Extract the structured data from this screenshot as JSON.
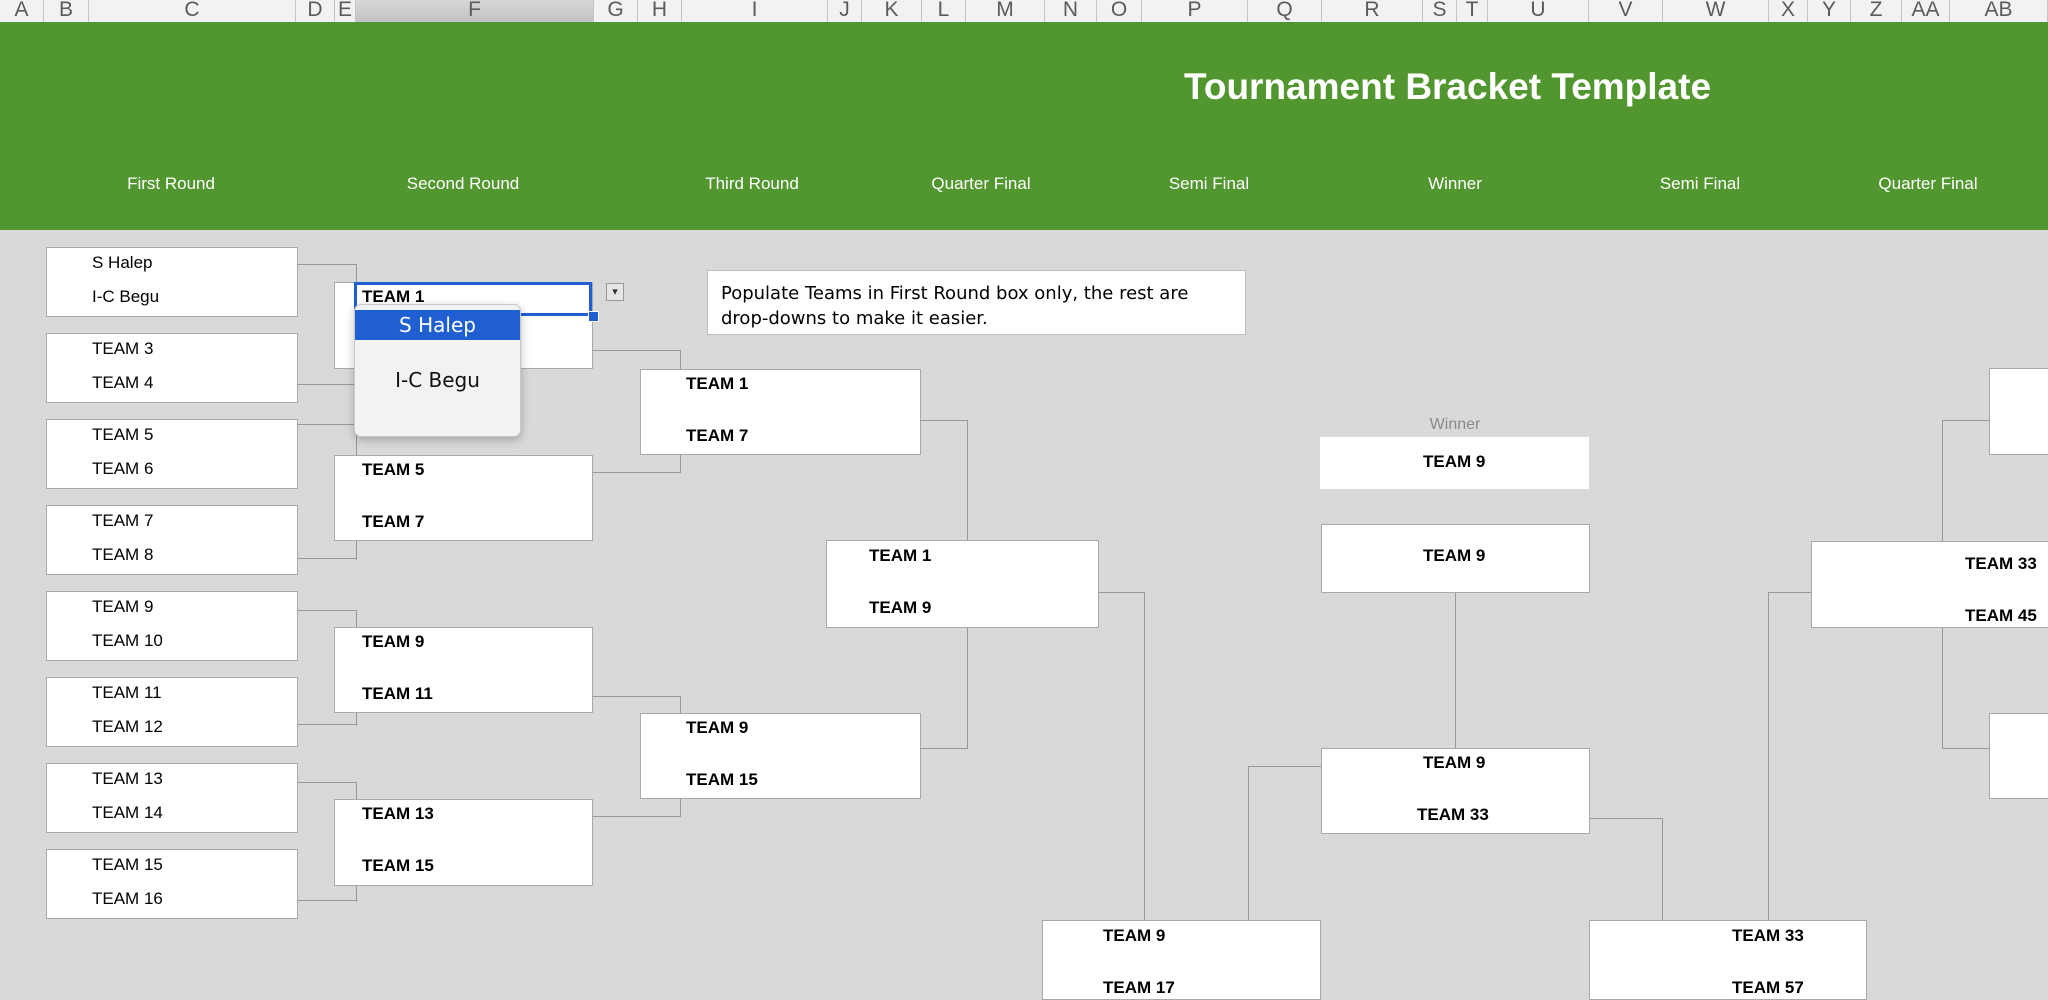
{
  "columns": [
    "A",
    "B",
    "C",
    "D",
    "E",
    "F",
    "G",
    "H",
    "I",
    "J",
    "K",
    "L",
    "M",
    "N",
    "O",
    "P",
    "Q",
    "R",
    "S",
    "T",
    "U",
    "V",
    "W",
    "X",
    "Y",
    "Z",
    "AA",
    "AB"
  ],
  "selected_column": "F",
  "colors": {
    "banner": "#52962f",
    "canvas": "#d9d9d9",
    "selection": "#1f5fd1"
  },
  "title": "Tournament Bracket Template",
  "rounds": [
    "First Round",
    "Second Round",
    "Third Round",
    "Quarter Final",
    "Semi Final",
    "Winner",
    "Semi Final",
    "Quarter Final"
  ],
  "first_round": [
    "S Halep",
    "I-C Begu",
    "TEAM 3",
    "TEAM 4",
    "TEAM 5",
    "TEAM 6",
    "TEAM 7",
    "TEAM 8",
    "TEAM 9",
    "TEAM 10",
    "TEAM 11",
    "TEAM 12",
    "TEAM 13",
    "TEAM 14",
    "TEAM 15",
    "TEAM 16"
  ],
  "second_round": [
    "TEAM 1",
    "TEAM 5",
    "TEAM 7",
    "TEAM 9",
    "TEAM 11",
    "TEAM 13",
    "TEAM 15"
  ],
  "third_round": [
    "TEAM 1",
    "TEAM 7",
    "TEAM 9",
    "TEAM 15"
  ],
  "quarter_left": [
    "TEAM 1",
    "TEAM 9"
  ],
  "semi_left": [
    "TEAM 9",
    "TEAM 17"
  ],
  "note": "Populate Teams in First Round box only, the rest are drop-downs to make it easier.",
  "winner_label": "Winner",
  "winner": "TEAM 9",
  "center_top": "TEAM 9",
  "final": [
    "TEAM 9",
    "TEAM 33"
  ],
  "semi_right": [
    "TEAM 33",
    "TEAM 57"
  ],
  "quarter_right": [
    "TEAM 33",
    "TEAM 45"
  ],
  "dropdown": {
    "options": [
      "S Halep",
      "I-C Begu"
    ],
    "selected": "S Halep"
  }
}
